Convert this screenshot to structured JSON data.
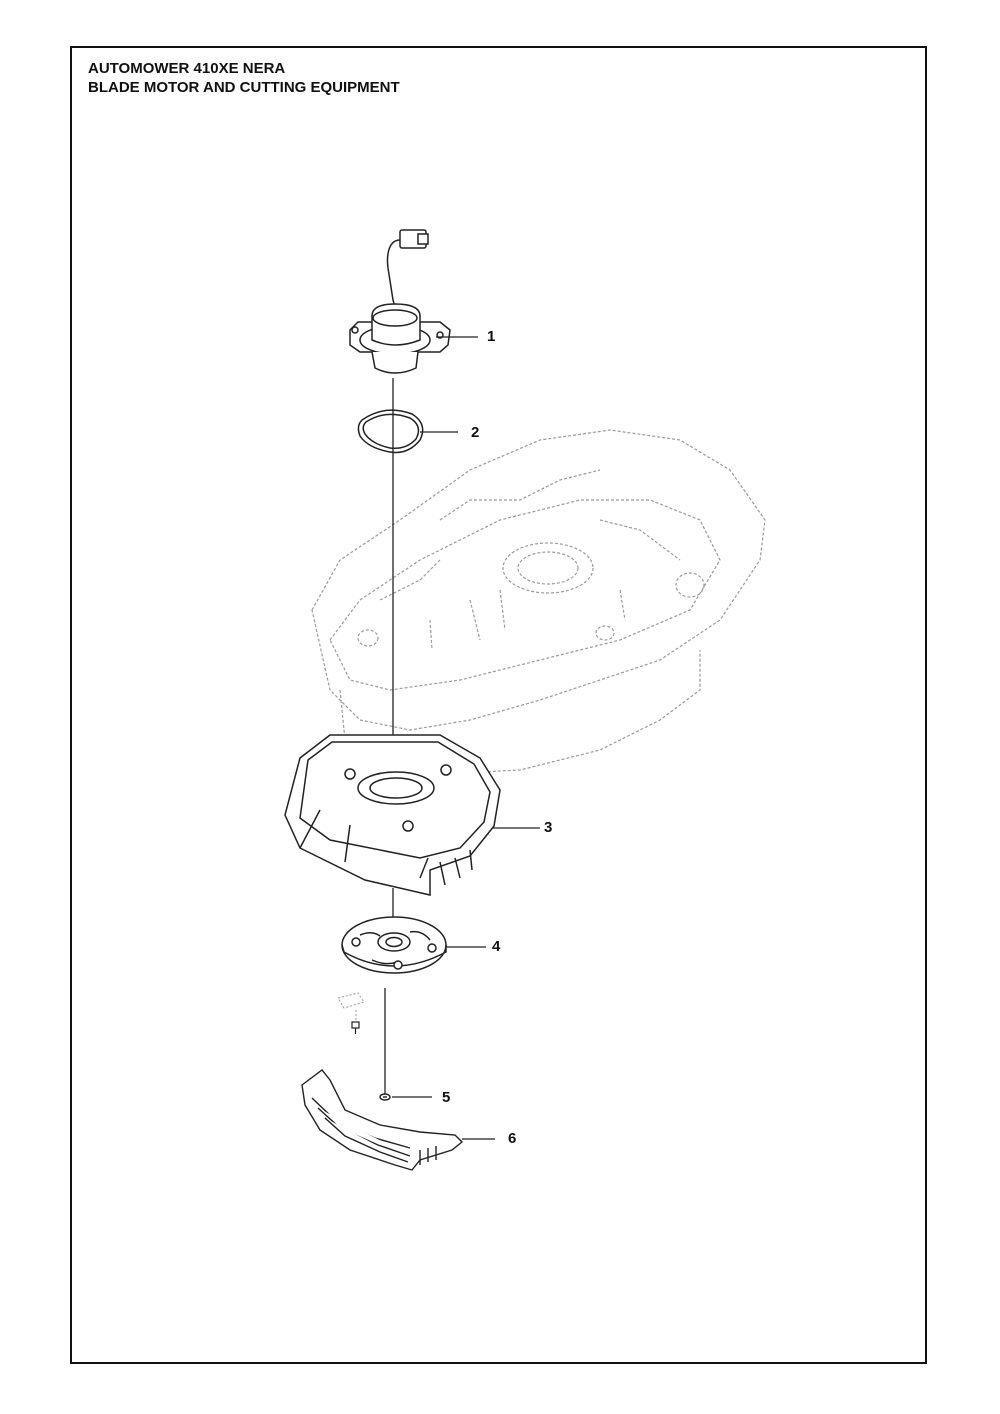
{
  "header": {
    "model": "AUTOMOWER 410XE NERA",
    "section": "BLADE MOTOR AND CUTTING EQUIPMENT"
  },
  "parts": [
    {
      "number": "1",
      "icon": "blade-motor-icon"
    },
    {
      "number": "2",
      "icon": "o-ring-icon"
    },
    {
      "number": "3",
      "icon": "motor-housing-icon"
    },
    {
      "number": "4",
      "icon": "blade-disc-icon"
    },
    {
      "number": "5",
      "icon": "screw-icon"
    },
    {
      "number": "6",
      "icon": "skid-plate-icon"
    }
  ],
  "colors": {
    "line": "#222222",
    "ghost": "#9a9a9a",
    "frame": "#111111"
  }
}
